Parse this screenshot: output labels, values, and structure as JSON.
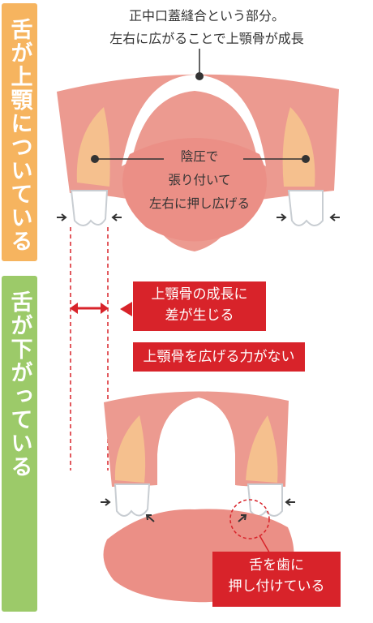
{
  "side_tabs": {
    "top": "舌が上顎についている",
    "bottom": "舌が下がっている"
  },
  "top_caption": {
    "line1": "正中口蓋縫合という部分。",
    "line2": "左右に広がることで上顎骨が成長"
  },
  "center_label": {
    "line1": "陰圧で",
    "line2": "張り付いて",
    "line3": "左右に押し広げる"
  },
  "callouts": {
    "growth_gap": {
      "line1": "上顎骨の成長に",
      "line2": "差が生じる"
    },
    "no_force": "上顎骨を広げる力がない",
    "tongue_push": {
      "line1": "舌を歯に",
      "line2": "押し付けている"
    }
  },
  "colors": {
    "orange_tab": "#f6b45f",
    "green_tab": "#9cca69",
    "gum": "#ec9a90",
    "bone": "#f5c08e",
    "tongue": "#eb8f86",
    "red_label": "#d8232a"
  }
}
